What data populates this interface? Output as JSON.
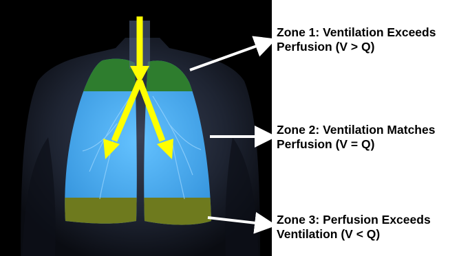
{
  "zones": [
    {
      "line1": "Zone 1: Ventilation Exceeds",
      "line2": "Perfusion (V > Q)",
      "color": "#2e7d2e"
    },
    {
      "line1": "Zone 2: Ventilation Matches",
      "line2": "Perfusion (V = Q)",
      "color": "#4aa6e8"
    },
    {
      "line1": "Zone 3: Perfusion Exceeds",
      "line2": "Ventilation (V < Q)",
      "color": "#6e7a1e"
    }
  ],
  "colors": {
    "background_panel": "#000000",
    "torso": "#1c2230",
    "airflow_arrows": "#ffff00",
    "pointer_arrows": "#ffffff",
    "label_text": "#000000"
  }
}
